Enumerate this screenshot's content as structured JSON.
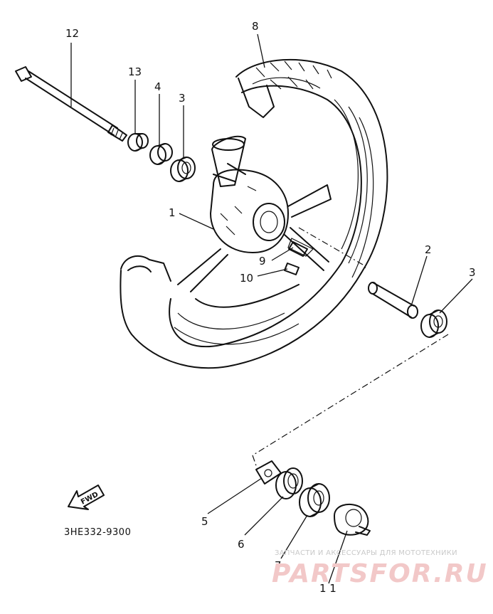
{
  "callouts": {
    "c1": "1",
    "c2": "2",
    "c3a": "3",
    "c3b": "3",
    "c4": "4",
    "c5": "5",
    "c6": "6",
    "c7": "7",
    "c8": "8",
    "c9": "9",
    "c10": "10",
    "c11": "1 1",
    "c12": "12",
    "c13": "13"
  },
  "diagram_code": "3HE332-9300",
  "fwd_label": "FWD",
  "watermark": {
    "tagline": "ЗАПЧАСТИ И АКСЕССУАРЫ ДЛЯ МОТОТЕХНИКИ",
    "logo": "PARTSFOR.RU"
  },
  "colors": {
    "line": "#111111",
    "watermark_logo": "#f2c8c8",
    "watermark_text": "#c9c9c9"
  }
}
